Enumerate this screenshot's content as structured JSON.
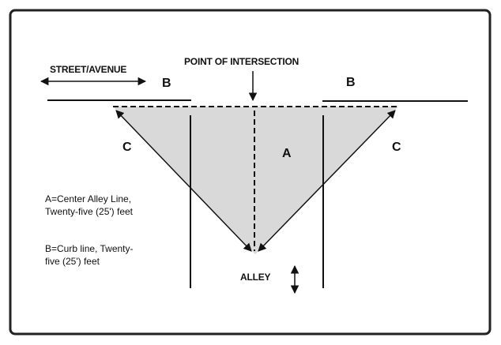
{
  "labels": {
    "street_avenue": "STREET/AVENUE",
    "point_of_intersection": "POINT OF INTERSECTION",
    "alley": "ALLEY",
    "b_left": "B",
    "b_right": "B",
    "a": "A",
    "c_left": "C",
    "c_right": "C"
  },
  "legend": {
    "a_line1": "A=Center Alley Line,",
    "a_line2": "Twenty-five (25') feet",
    "b_line1": "B=Curb line, Twenty-",
    "b_line2": "five (25') feet"
  },
  "colors": {
    "border": "#222222",
    "ink": "#111111",
    "triangle_fill": "#d9d9d9"
  }
}
